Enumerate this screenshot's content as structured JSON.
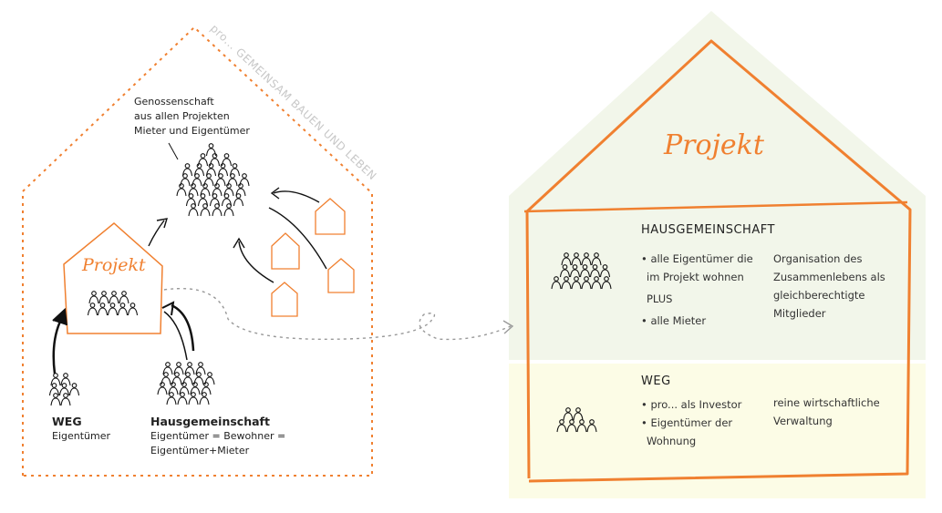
{
  "colors": {
    "accent": "#f08030",
    "hg_bg": "#f2f6ea",
    "weg_bg": "#fcfce6",
    "watermark": "#c8c8c8"
  },
  "left": {
    "watermark": "pro... GEMEINSAM BAUEN UND LEBEN",
    "genossenschaft": [
      "Genossenschaft",
      "aus allen Projekten",
      "Mieter und Eigentümer"
    ],
    "projekt_label": "Projekt",
    "weg": {
      "title": "WEG",
      "sub": "Eigentümer"
    },
    "hg": {
      "title": "Hausgemeinschaft",
      "lines": [
        "Eigentümer = Bewohner =",
        "Eigentümer+Mieter"
      ]
    }
  },
  "right": {
    "projekt_label": "Projekt",
    "hg": {
      "title": "HAUSGEMEINSCHAFT",
      "left": [
        "• alle Eigentümer die",
        "im Projekt wohnen",
        "PLUS",
        "• alle Mieter"
      ],
      "right": [
        "Organisation des",
        "Zusammenlebens als",
        "gleichberechtigte",
        "Mitglieder"
      ]
    },
    "weg": {
      "title": "WEG",
      "left": [
        "• pro... als Investor",
        "• Eigentümer der",
        "Wohnung"
      ],
      "right": [
        "reine wirtschaftliche",
        "Verwaltung"
      ]
    }
  }
}
